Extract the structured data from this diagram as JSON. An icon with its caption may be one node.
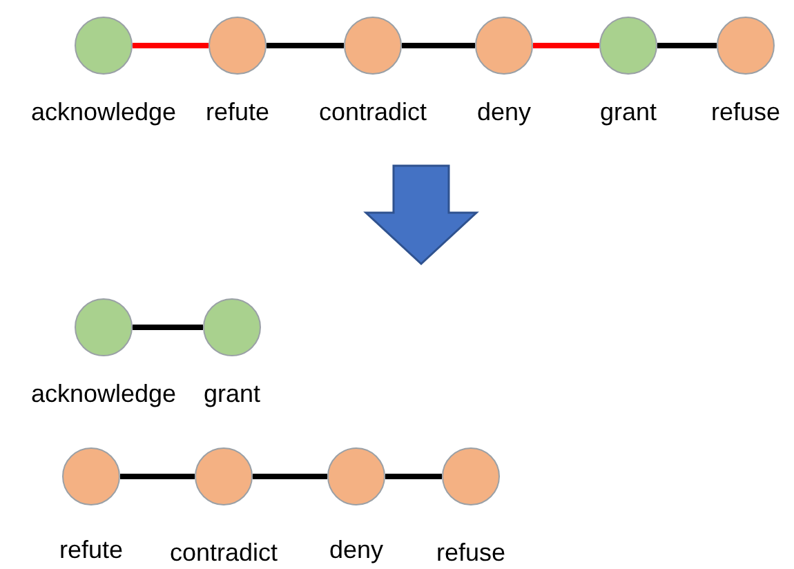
{
  "diagram": {
    "nodes": [
      {
        "text": [
          "acknowledge"
        ]
      },
      {
        "text": [
          "refute"
        ]
      },
      {
        "text": [
          "contradict"
        ]
      },
      {
        "text": [
          "deny"
        ]
      },
      {
        "text": [
          "grant"
        ]
      },
      {
        "text": [
          "refuse"
        ]
      },
      {
        "text": [
          "acknowledge"
        ]
      },
      {
        "text": [
          "grant"
        ]
      },
      {
        "text": [
          "refute"
        ]
      },
      {
        "text": [
          "contradict"
        ]
      },
      {
        "text": [
          "deny"
        ]
      },
      {
        "text": [
          "refuse"
        ]
      }
    ],
    "edges": [
      {
        "from": 0,
        "to": 1,
        "arrow": "none",
        "color": "#ff0000"
      },
      {
        "from": 1,
        "to": 2,
        "arrow": "none"
      },
      {
        "from": 2,
        "to": 3,
        "arrow": "none"
      },
      {
        "from": 3,
        "to": 4,
        "arrow": "none",
        "color": "#ff0000"
      },
      {
        "from": 4,
        "to": 5,
        "arrow": "none"
      },
      {
        "from": 6,
        "to": 7,
        "arrow": "none"
      },
      {
        "from": 8,
        "to": 9,
        "arrow": "none"
      },
      {
        "from": 9,
        "to": 10,
        "arrow": "none"
      },
      {
        "from": 10,
        "to": 11,
        "arrow": "none"
      }
    ]
  }
}
